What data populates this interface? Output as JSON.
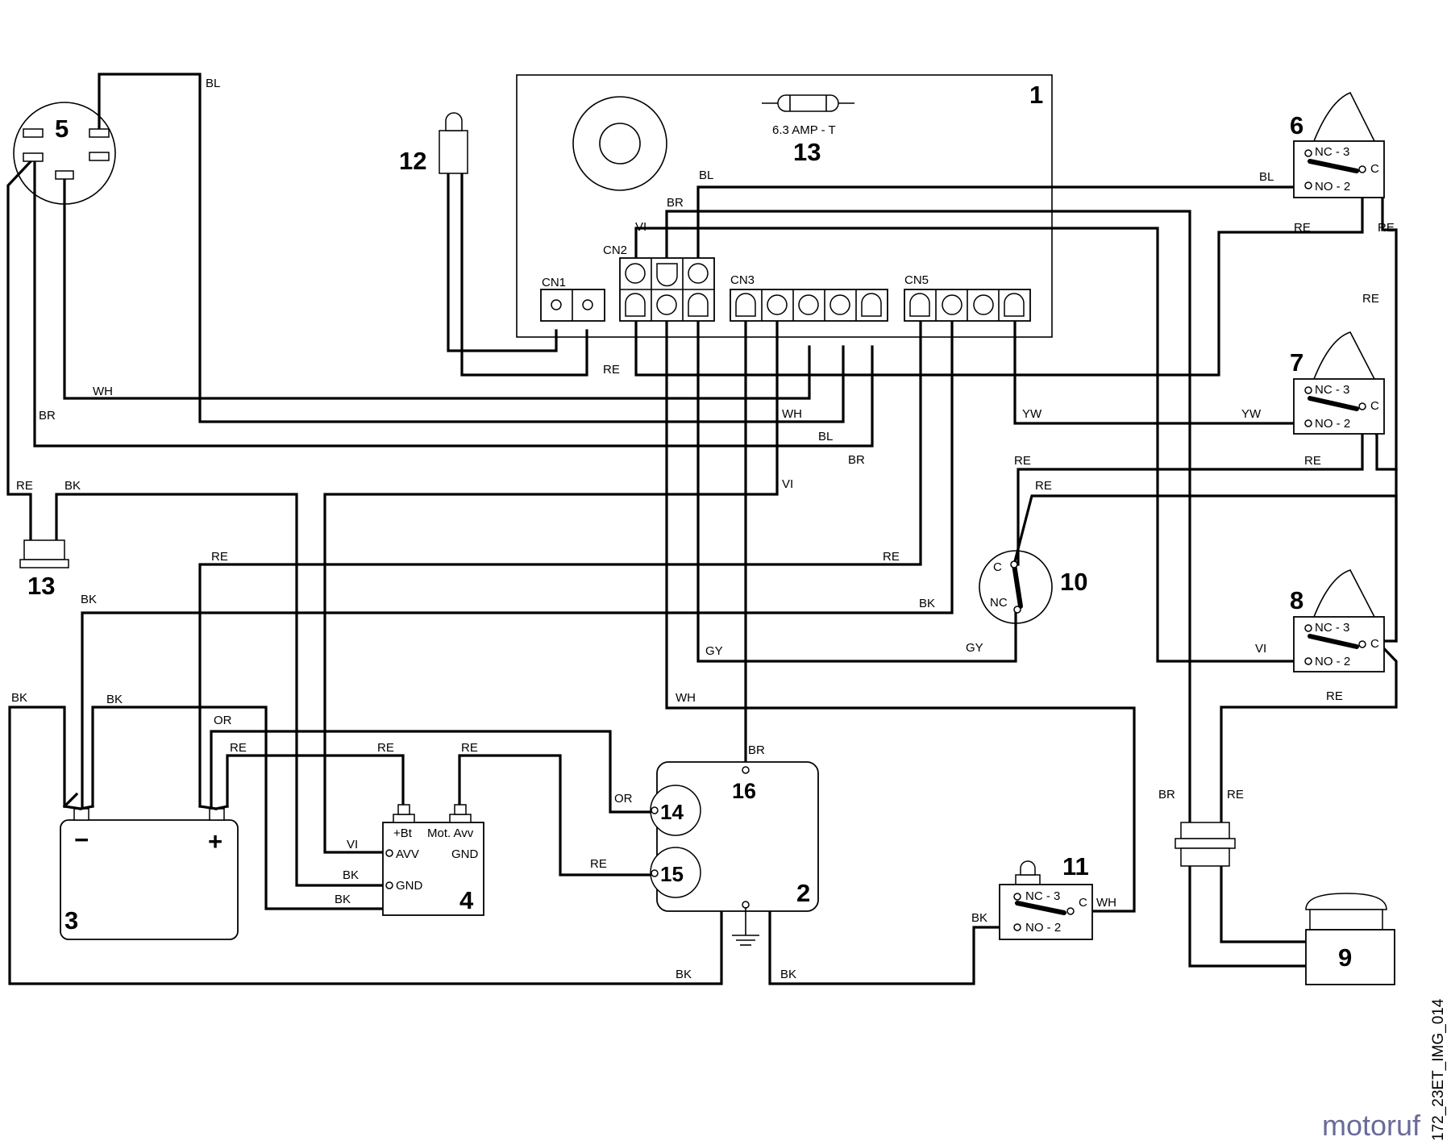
{
  "controller": {
    "number": "1",
    "fuse_rating": "6.3 AMP - T",
    "fuse_number": "13",
    "cn1": "CN1",
    "cn2": "CN2",
    "cn3": "CN3",
    "cn5": "CN5"
  },
  "components": {
    "motor": "2",
    "battery": "3",
    "battery_minus": "−",
    "battery_plus": "+",
    "module": "4",
    "module_bt": "+Bt",
    "module_mot": "Mot. Avv",
    "module_avv": "AVV",
    "module_gnd_right": "GND",
    "module_gnd_left": "GND",
    "ignition": "5",
    "switch6": "6",
    "switch7": "7",
    "switch8": "8",
    "horn": "9",
    "switch10": "10",
    "switch11": "11",
    "lamp12": "12",
    "fuse13_low": "13",
    "term14": "14",
    "term15": "15",
    "term16": "16"
  },
  "switch_labels": {
    "nc3": "NC - 3",
    "no2": "NO - 2",
    "c": "C",
    "nc": "NC"
  },
  "wires": {
    "bl": "BL",
    "br": "BR",
    "vi": "VI",
    "re": "RE",
    "wh": "WH",
    "yw": "YW",
    "bk": "BK",
    "gy": "GY",
    "or": "OR"
  },
  "footer": {
    "image_code": "172_23ET_IMG_014",
    "watermark": "motoruf"
  }
}
